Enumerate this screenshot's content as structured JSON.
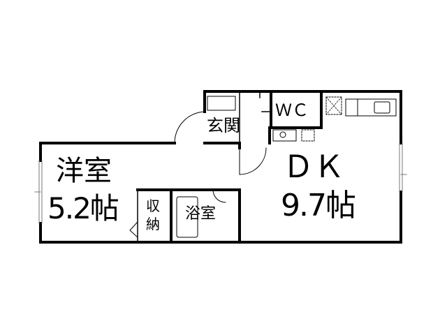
{
  "rooms": {
    "western_room": {
      "name": "洋室",
      "size": "5.2帖"
    },
    "dk": {
      "name": "ＤＫ",
      "size": "9.7帖"
    },
    "entrance": {
      "name": "玄関"
    },
    "wc": {
      "name": "ＷＣ"
    },
    "storage": {
      "name": "収納"
    },
    "bathroom": {
      "name": "浴室"
    }
  }
}
